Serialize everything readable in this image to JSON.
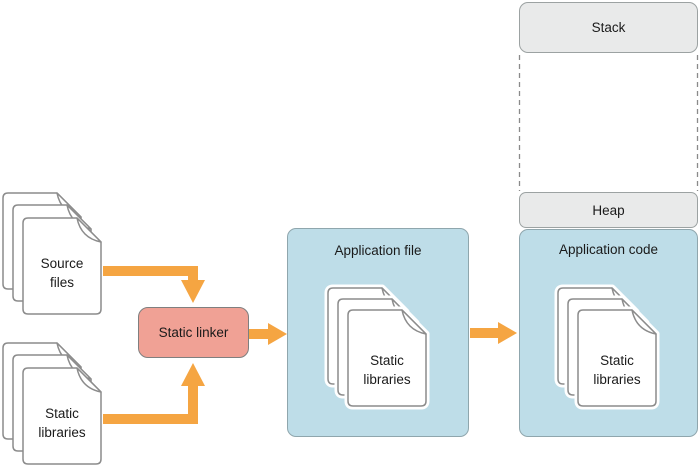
{
  "nodes": {
    "source_files": {
      "label": "Source files"
    },
    "static_libraries_input": {
      "label": "Static libraries"
    },
    "static_linker": {
      "label": "Static linker"
    },
    "application_file": {
      "title": "Application file",
      "contents_label": "Static libraries"
    },
    "memory": {
      "stack": {
        "label": "Stack"
      },
      "heap": {
        "label": "Heap"
      },
      "application_code": {
        "title": "Application code",
        "contents_label": "Static libraries"
      }
    }
  },
  "colors": {
    "arrow_orange": "#F5A542",
    "box_blue": "#BEDDE8",
    "linker_salmon": "#F0A195",
    "memory_gray": "#E9EAEA",
    "border_gray": "#8C8C8C"
  }
}
